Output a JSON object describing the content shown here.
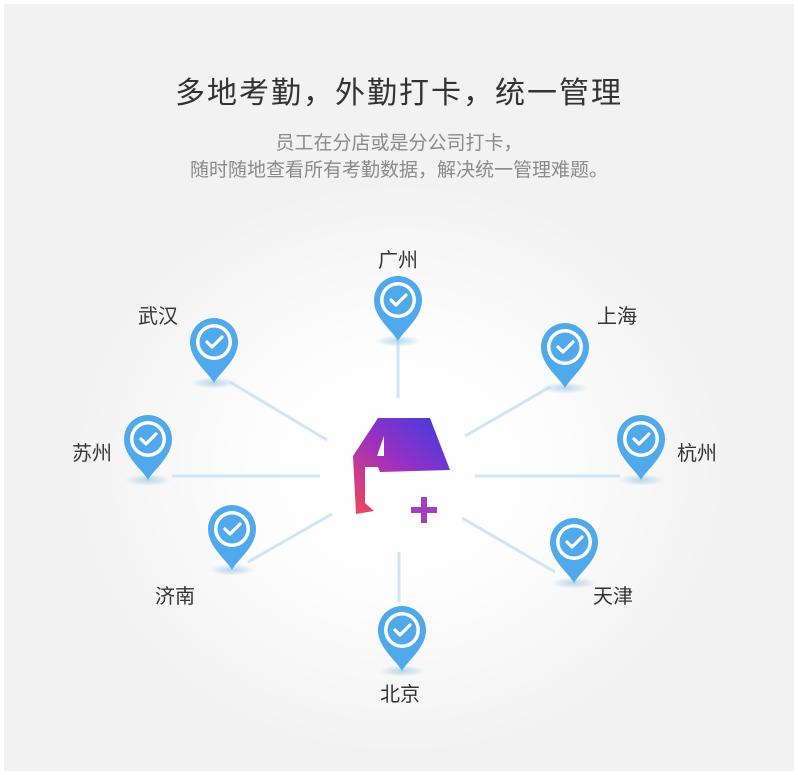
{
  "header": {
    "title": "多地考勤，外勤打卡，统一管理",
    "subtitle_line1": "员工在分店或是分公司打卡，",
    "subtitle_line2": "随时随地查看所有考勤数据，解决统一管理难题。"
  },
  "colors": {
    "pin": "#4fa9ea",
    "line": "#cfe5f6",
    "logo_gradient_top": "#3a3ee0",
    "logo_gradient_mid": "#9c2fc2",
    "logo_gradient_bottom": "#f0465d",
    "plus": "#a43fbf"
  },
  "icons": {
    "center": "app-logo-icon",
    "pin": "location-check-icon"
  },
  "cities": [
    {
      "id": "guangzhou",
      "label": "广州"
    },
    {
      "id": "wuhan",
      "label": "武汉"
    },
    {
      "id": "shanghai",
      "label": "上海"
    },
    {
      "id": "suzhou",
      "label": "苏州"
    },
    {
      "id": "hangzhou",
      "label": "杭州"
    },
    {
      "id": "jinan",
      "label": "济南"
    },
    {
      "id": "tianjin",
      "label": "天津"
    },
    {
      "id": "beijing",
      "label": "北京"
    }
  ]
}
